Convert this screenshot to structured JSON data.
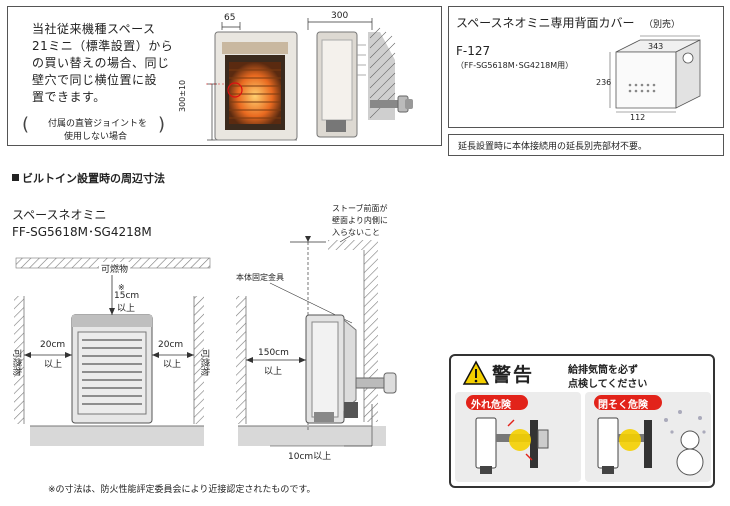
{
  "top_left": {
    "lines": [
      "当社従来機種スペース",
      "21ミニ（標準設置）から",
      "の買い替えの場合、同じ",
      "壁穴で同じ横位置に設",
      "置できます。"
    ],
    "note_lines": [
      "付属の直管ジョイントを",
      "使用しない場合"
    ],
    "dim_65": "65",
    "dim_300_depth": "300",
    "dim_300_height": "300±10"
  },
  "cover": {
    "title": "スペースネオミニ専用背面カバー",
    "title_suffix": "（別売）",
    "model": "F-127",
    "model_note": "（FF-SG5618M･SG4218M用）",
    "dim_343": "343",
    "dim_236": "236",
    "dim_112": "112",
    "extension_note": "延長設置時に本体接続用の延長別売部材不要。"
  },
  "section": {
    "heading": "ビルトイン設置時の周辺寸法",
    "product_name": "スペースネオミニ",
    "product_models": "FF-SG5618M･SG4218M"
  },
  "front": {
    "label_top": "可燃物",
    "dim_top": "15cm",
    "dim_top_above": "以上",
    "asterisk": "※",
    "left_side": "可燃物",
    "right_side": "可燃物",
    "dim_left": "20cm",
    "dim_left_above": "以上",
    "dim_right": "20cm",
    "dim_right_above": "以上"
  },
  "side": {
    "callout_lines": [
      "ストーブ前面が",
      "壁面より内側に",
      "入らないこと"
    ],
    "fixing_label": "本体固定金具",
    "dim_front": "150cm",
    "dim_front_above": "以上",
    "dim_bottom": "10cm以上"
  },
  "footnote": "※の寸法は、防火性能評定委員会により近接認定されたものです。",
  "warning": {
    "title": "警告",
    "instruction_lines": [
      "給排気筒を必ず",
      "点検してください"
    ],
    "left_label": "外れ危険",
    "right_label": "閉そく危険",
    "accent": "#e2231a",
    "yellow": "#f5d000"
  }
}
